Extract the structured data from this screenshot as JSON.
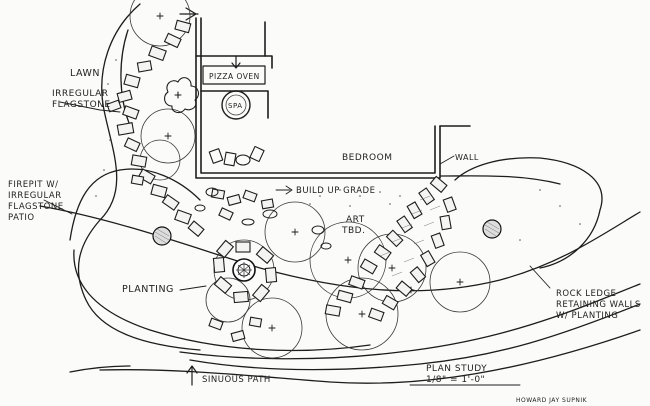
{
  "plan": {
    "labels": {
      "lawn": "LAWN",
      "flagstone_1": "IRREGULAR",
      "flagstone_2": "FLAGSTONE",
      "pizza_oven": "PIZZA OVEN",
      "spa": "SPA",
      "bedroom": "BEDROOM",
      "wall": "WALL",
      "firepit_1": "FIREPIT W/",
      "firepit_2": "IRREGULAR",
      "firepit_3": "FLAGSTONE",
      "firepit_4": "PATIO",
      "build_up": "BUILD UP GRADE",
      "art_1": "ART",
      "art_2": "TBD.",
      "planting": "PLANTING",
      "rock_1": "ROCK LEDGE",
      "rock_2": "RETAINING WALLS",
      "rock_3": "W/ PLANTING",
      "sinuous": "SINUOUS PATH",
      "plan_study": "PLAN STUDY",
      "scale": "1/8\" = 1'-0\"",
      "designer": "HOWARD JAY SUPNIK"
    }
  }
}
